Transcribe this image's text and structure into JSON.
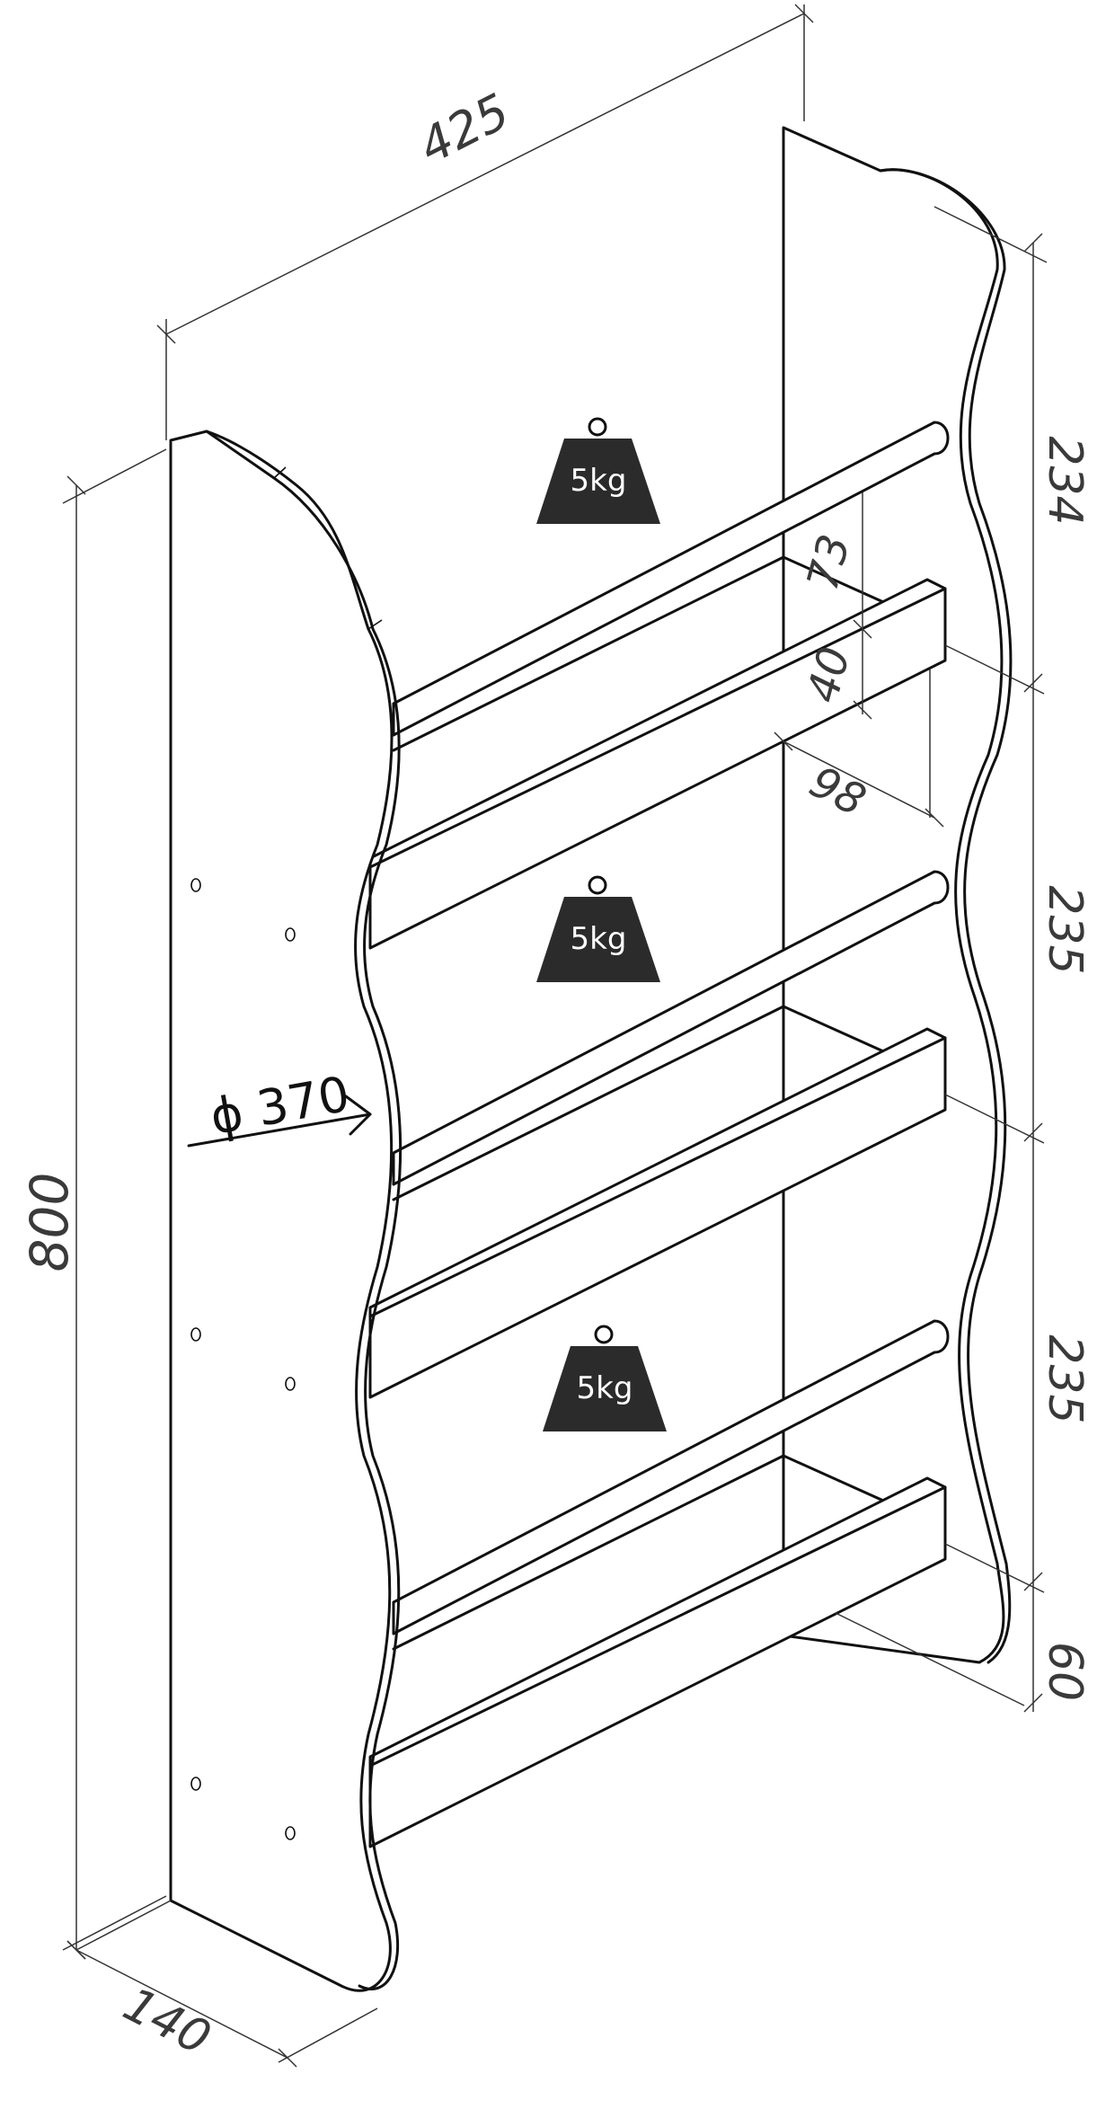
{
  "dimensions": {
    "width": "425",
    "height": "800",
    "depth": "140",
    "top_spacing": "234",
    "mid_spacing": "235",
    "lower_spacing": "235",
    "bottom_spacing": "60",
    "rail_gap": "73",
    "rail_height": "40",
    "shelf_depth": "98",
    "curve_radius": "ϕ 370"
  },
  "weights": [
    "5kg",
    "5kg",
    "5kg"
  ]
}
